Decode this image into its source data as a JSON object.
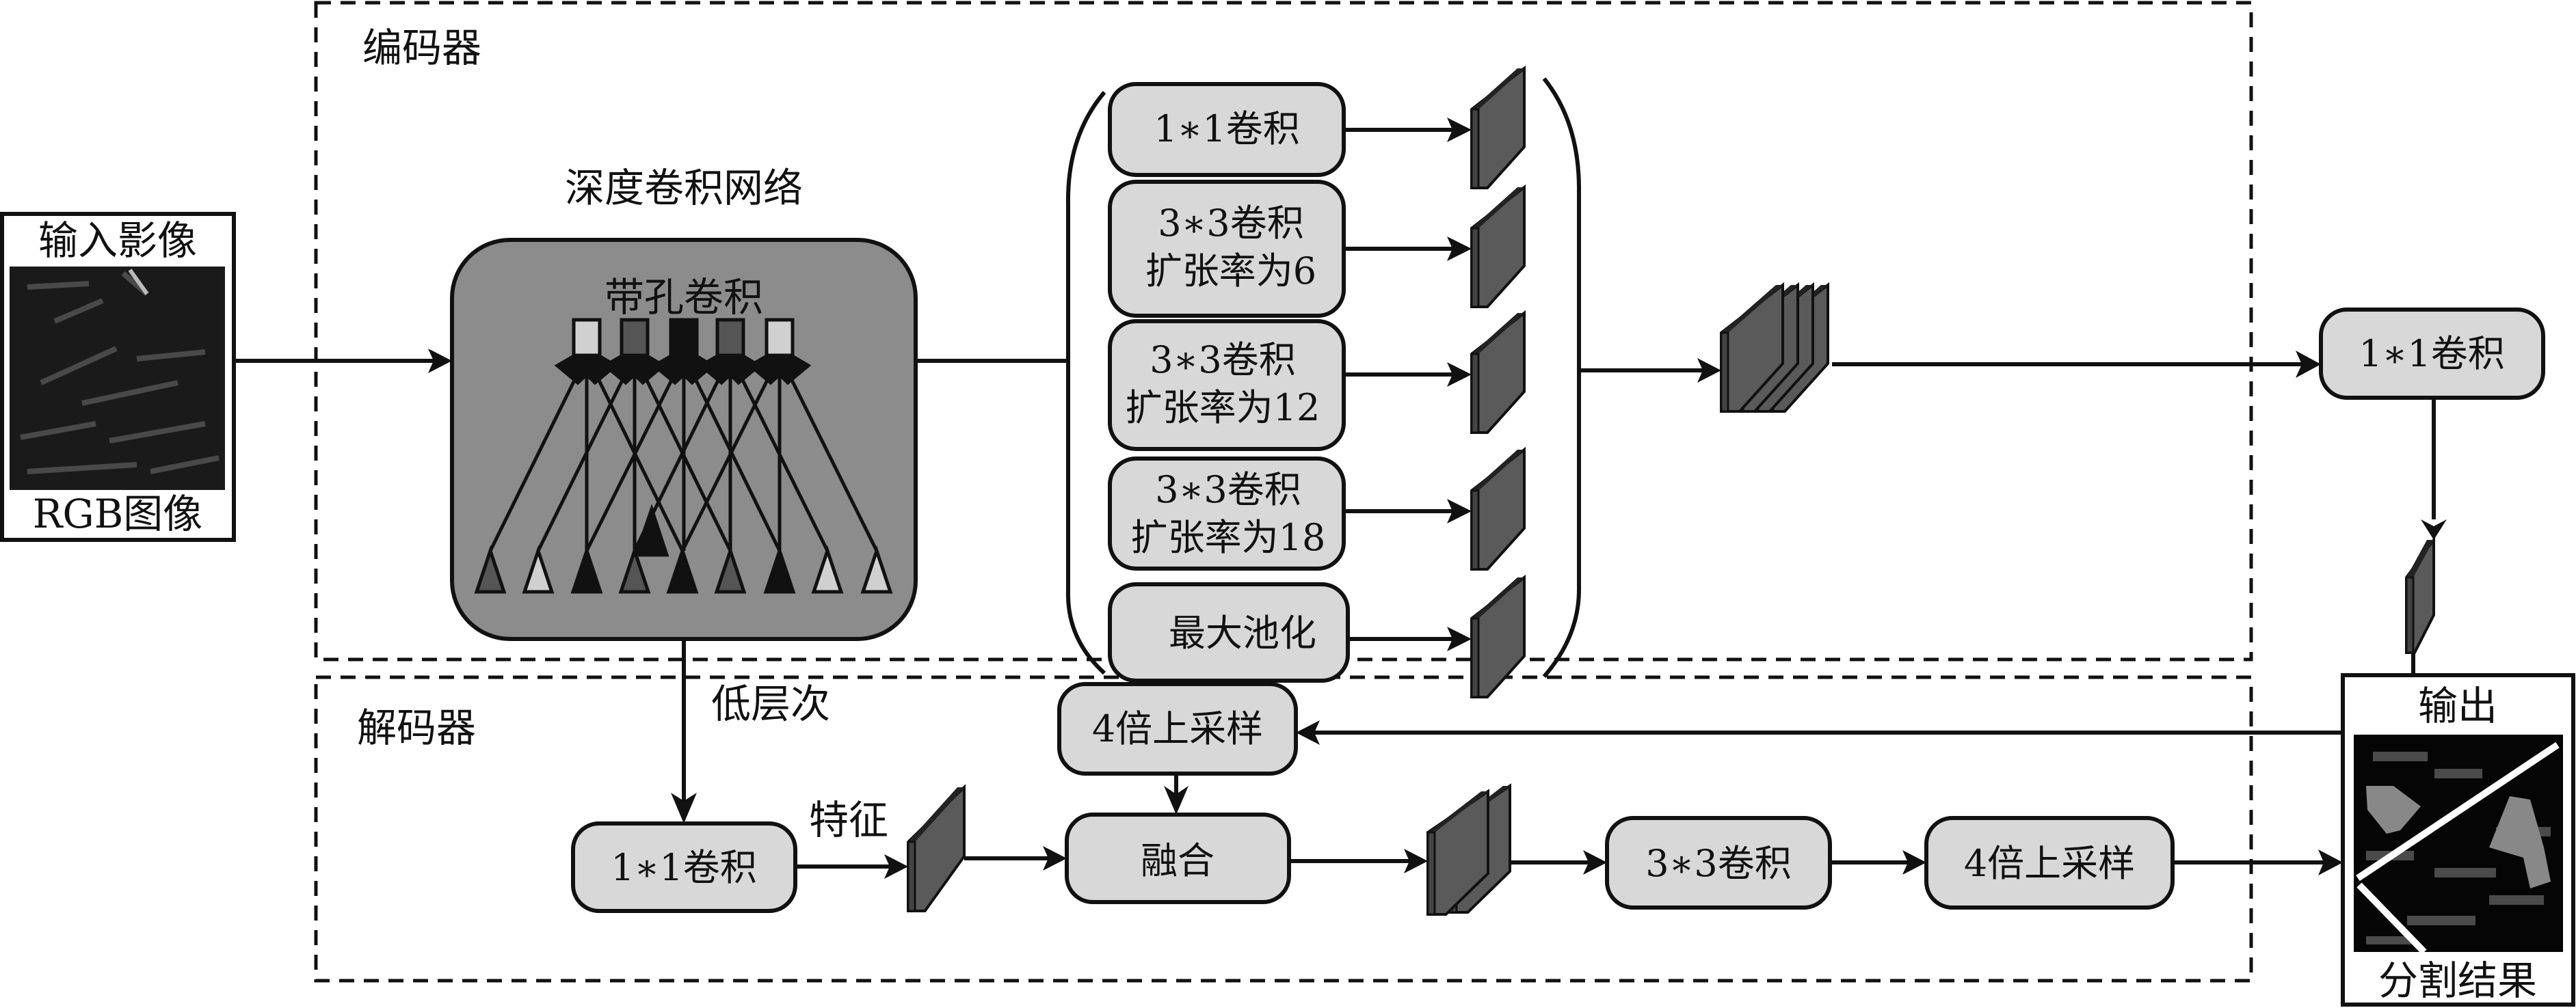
{
  "regions": {
    "encoder_label": "编码器",
    "decoder_label": "解码器"
  },
  "input": {
    "title": "输入影像",
    "caption": "RGB图像",
    "image_icon": "satellite-image"
  },
  "backbone": {
    "title": "深度卷积网络",
    "inner_label": "带孔卷积",
    "icon": "atrous-convolution-diagram"
  },
  "aspp": {
    "branches": [
      {
        "line1": "1∗1卷积",
        "line2": ""
      },
      {
        "line1": "3∗3卷积",
        "line2": "扩张率为6"
      },
      {
        "line1": "3∗3卷积",
        "line2": "扩张率为12"
      },
      {
        "line1": "3∗3卷积",
        "line2": "扩张率为18"
      },
      {
        "line1": "最大池化",
        "line2": ""
      }
    ]
  },
  "encoder_out": {
    "conv_label": "1∗1卷积"
  },
  "decoder": {
    "low_level_label": "低层次",
    "feature_label": "特征",
    "conv1_label": "1∗1卷积",
    "upsample_top_label": "4倍上采样",
    "fuse_label": "融合",
    "conv3_label": "3∗3卷积",
    "upsample_out_label": "4倍上采样"
  },
  "output": {
    "title": "输出",
    "caption": "分割结果",
    "image_icon": "segmentation-result-image"
  },
  "colors": {
    "box_fill": "#d8d8d8",
    "backbone_fill": "#8c8c8c",
    "feature_map": "#5a5a5a",
    "stroke": "#111111"
  }
}
